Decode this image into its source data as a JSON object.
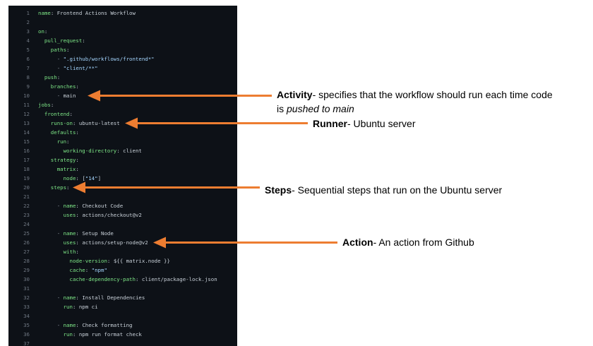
{
  "code": {
    "lines": [
      {
        "n": "1",
        "indent": 0,
        "key": "name",
        "value": "Frontend Actions Workflow"
      },
      {
        "n": "2",
        "indent": 0
      },
      {
        "n": "3",
        "indent": 0,
        "key": "on"
      },
      {
        "n": "4",
        "indent": 1,
        "key": "pull_request"
      },
      {
        "n": "5",
        "indent": 2,
        "key": "paths"
      },
      {
        "n": "6",
        "indent": 3,
        "dash": true,
        "str": "\".github/workflows/frontend*\""
      },
      {
        "n": "7",
        "indent": 3,
        "dash": true,
        "str": "\"client/**\""
      },
      {
        "n": "8",
        "indent": 1,
        "key": "push"
      },
      {
        "n": "9",
        "indent": 2,
        "key": "branches"
      },
      {
        "n": "10",
        "indent": 3,
        "dash": true,
        "value": "main"
      },
      {
        "n": "11",
        "indent": 0,
        "key": "jobs"
      },
      {
        "n": "12",
        "indent": 1,
        "key": "frontend"
      },
      {
        "n": "13",
        "indent": 2,
        "key": "runs-on",
        "value": "ubuntu-latest"
      },
      {
        "n": "14",
        "indent": 2,
        "key": "defaults"
      },
      {
        "n": "15",
        "indent": 3,
        "key": "run"
      },
      {
        "n": "16",
        "indent": 4,
        "key": "working-directory",
        "value": "client"
      },
      {
        "n": "17",
        "indent": 2,
        "key": "strategy"
      },
      {
        "n": "18",
        "indent": 3,
        "key": "matrix"
      },
      {
        "n": "19",
        "indent": 4,
        "key": "node",
        "value": "[",
        "str": "\"14\"",
        "tail": "]"
      },
      {
        "n": "20",
        "indent": 2,
        "key": "steps"
      },
      {
        "n": "21",
        "indent": 0
      },
      {
        "n": "22",
        "indent": 3,
        "dash": true,
        "key": "name",
        "value": "Checkout Code"
      },
      {
        "n": "23",
        "indent": 4,
        "key": "uses",
        "value": "actions/checkout@v2"
      },
      {
        "n": "24",
        "indent": 0
      },
      {
        "n": "25",
        "indent": 3,
        "dash": true,
        "key": "name",
        "value": "Setup Node"
      },
      {
        "n": "26",
        "indent": 4,
        "key": "uses",
        "value": "actions/setup-node@v2"
      },
      {
        "n": "27",
        "indent": 4,
        "key": "with"
      },
      {
        "n": "28",
        "indent": 5,
        "key": "node-version",
        "value": "${{ matrix.node }}"
      },
      {
        "n": "29",
        "indent": 5,
        "key": "cache",
        "str": "\"npm\""
      },
      {
        "n": "30",
        "indent": 5,
        "key": "cache-dependency-path",
        "value": "client/package-lock.json"
      },
      {
        "n": "31",
        "indent": 0
      },
      {
        "n": "32",
        "indent": 3,
        "dash": true,
        "key": "name",
        "value": "Install Dependencies"
      },
      {
        "n": "33",
        "indent": 4,
        "key": "run",
        "value": "npm ci"
      },
      {
        "n": "34",
        "indent": 0
      },
      {
        "n": "35",
        "indent": 3,
        "dash": true,
        "key": "name",
        "value": "Check formatting"
      },
      {
        "n": "36",
        "indent": 4,
        "key": "run",
        "value": "npm run format check"
      },
      {
        "n": "37",
        "indent": 0
      }
    ]
  },
  "annotations": [
    {
      "id": "activity",
      "target_line": 10,
      "bold": "Activity",
      "text": "- specifies that the workflow should run each time code",
      "line2": "is ",
      "line2_italic": "pushed to main"
    },
    {
      "id": "runner",
      "target_line": 13,
      "bold": "Runner",
      "text": "- Ubuntu server"
    },
    {
      "id": "steps",
      "target_line": 20,
      "bold": "Steps",
      "text": "- Sequential steps that run on the Ubuntu server"
    },
    {
      "id": "action",
      "target_line": 26,
      "bold": "Action",
      "text": "- An action from Github"
    }
  ],
  "colors": {
    "arrow": "#ed7d31",
    "code_bg": "#0d1117",
    "key": "#7ee787",
    "string": "#a5d6ff",
    "value": "#c9d1d9",
    "line_number": "#6e7681"
  }
}
